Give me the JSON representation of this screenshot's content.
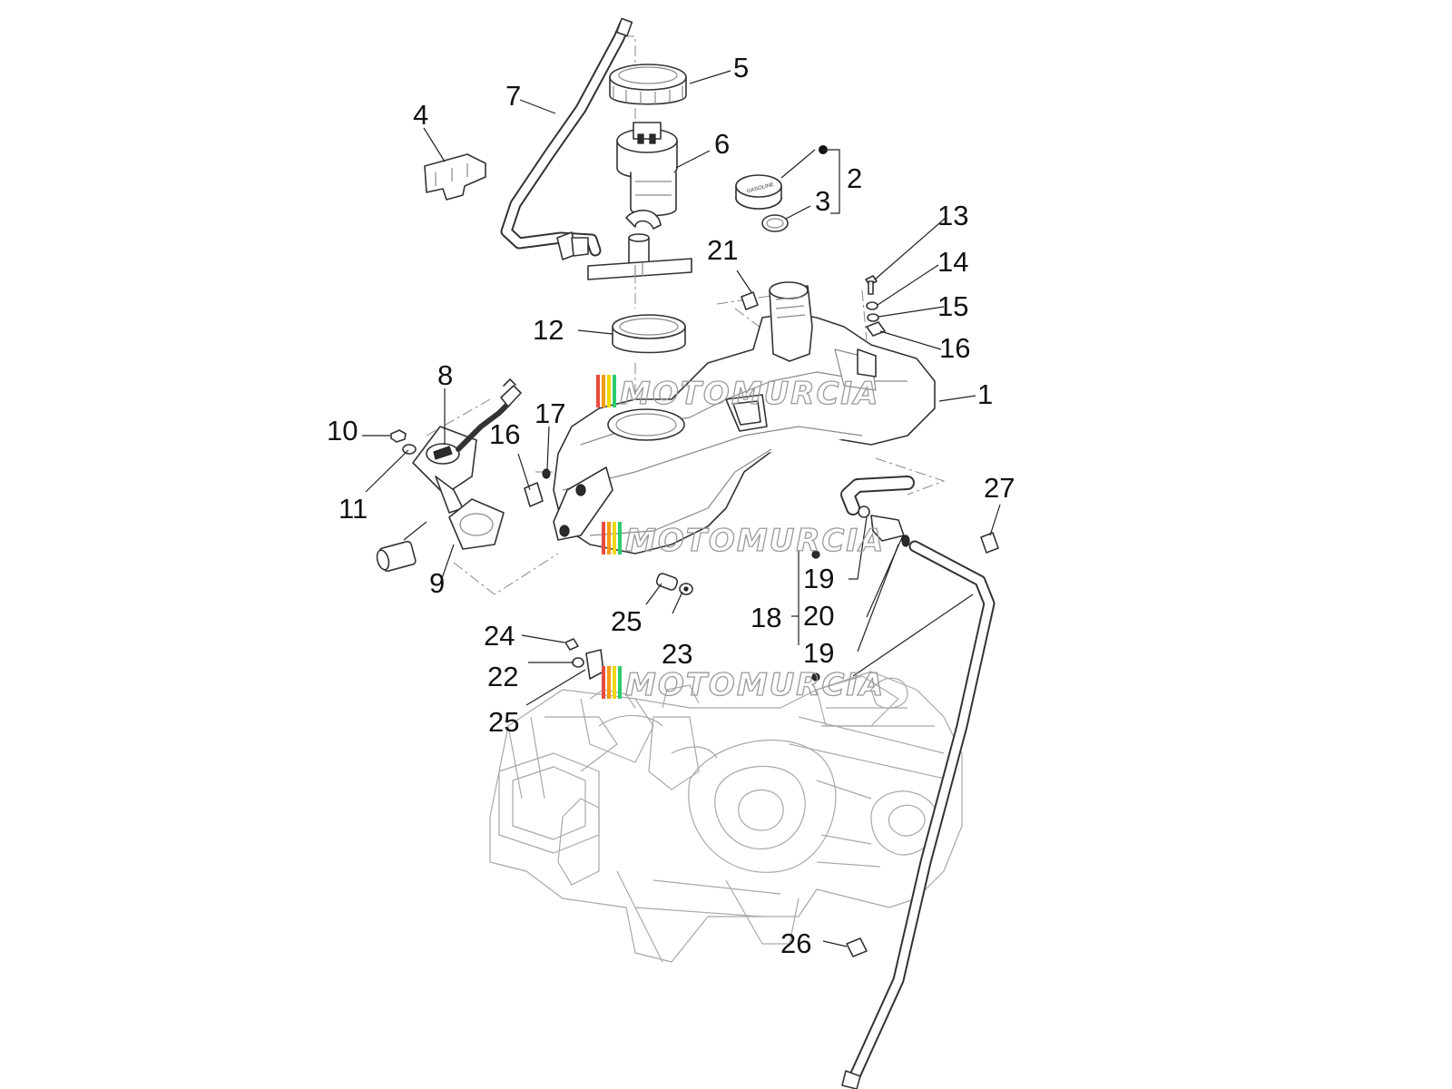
{
  "callouts": [
    {
      "id": "p1",
      "label": "1"
    },
    {
      "id": "p2",
      "label": "2"
    },
    {
      "id": "p3",
      "label": "3"
    },
    {
      "id": "p4",
      "label": "4"
    },
    {
      "id": "p5",
      "label": "5"
    },
    {
      "id": "p6",
      "label": "6"
    },
    {
      "id": "p7",
      "label": "7"
    },
    {
      "id": "p8",
      "label": "8"
    },
    {
      "id": "p9",
      "label": "9"
    },
    {
      "id": "p10",
      "label": "10"
    },
    {
      "id": "p11",
      "label": "11"
    },
    {
      "id": "p12",
      "label": "12"
    },
    {
      "id": "p13",
      "label": "13"
    },
    {
      "id": "p14",
      "label": "14"
    },
    {
      "id": "p15",
      "label": "15"
    },
    {
      "id": "p16a",
      "label": "16"
    },
    {
      "id": "p16b",
      "label": "16"
    },
    {
      "id": "p17",
      "label": "17"
    },
    {
      "id": "p18",
      "label": "18"
    },
    {
      "id": "p19a",
      "label": "19"
    },
    {
      "id": "p19b",
      "label": "19"
    },
    {
      "id": "p20",
      "label": "20"
    },
    {
      "id": "p21",
      "label": "21"
    },
    {
      "id": "p22",
      "label": "22"
    },
    {
      "id": "p23",
      "label": "23"
    },
    {
      "id": "p24",
      "label": "24"
    },
    {
      "id": "p25a",
      "label": "25"
    },
    {
      "id": "p25b",
      "label": "25"
    },
    {
      "id": "p26",
      "label": "26"
    },
    {
      "id": "p27",
      "label": "27"
    }
  ],
  "watermark": {
    "text": "MOTOMURCIA",
    "stripe_colors": [
      "#e84c3d",
      "#f39c12",
      "#f1d900",
      "#2ecc71"
    ]
  },
  "fuel_cap_marking": "GASOLINE"
}
